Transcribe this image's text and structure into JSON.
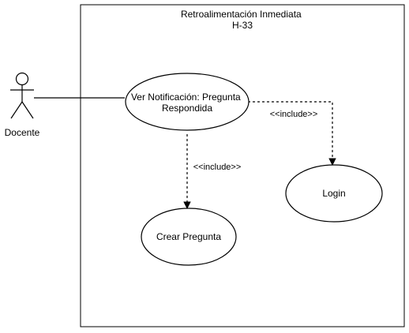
{
  "diagram": {
    "system_boundary": {
      "title_line1": "Retroalimentación Inmediata",
      "title_line2": "H-33"
    },
    "actor": {
      "name": "Docente"
    },
    "use_cases": {
      "ver_notificacion": {
        "line1": "Ver Notificación: Pregunta",
        "line2": "Respondida"
      },
      "login": {
        "label": "Login"
      },
      "crear_pregunta": {
        "label": "Crear Pregunta"
      }
    },
    "relationships": {
      "include_to_login": "<<include>>",
      "include_to_crear_pregunta": "<<include>>"
    },
    "colors": {
      "stroke": "#000000",
      "fill": "#ffffff",
      "background": "#ffffff"
    }
  }
}
